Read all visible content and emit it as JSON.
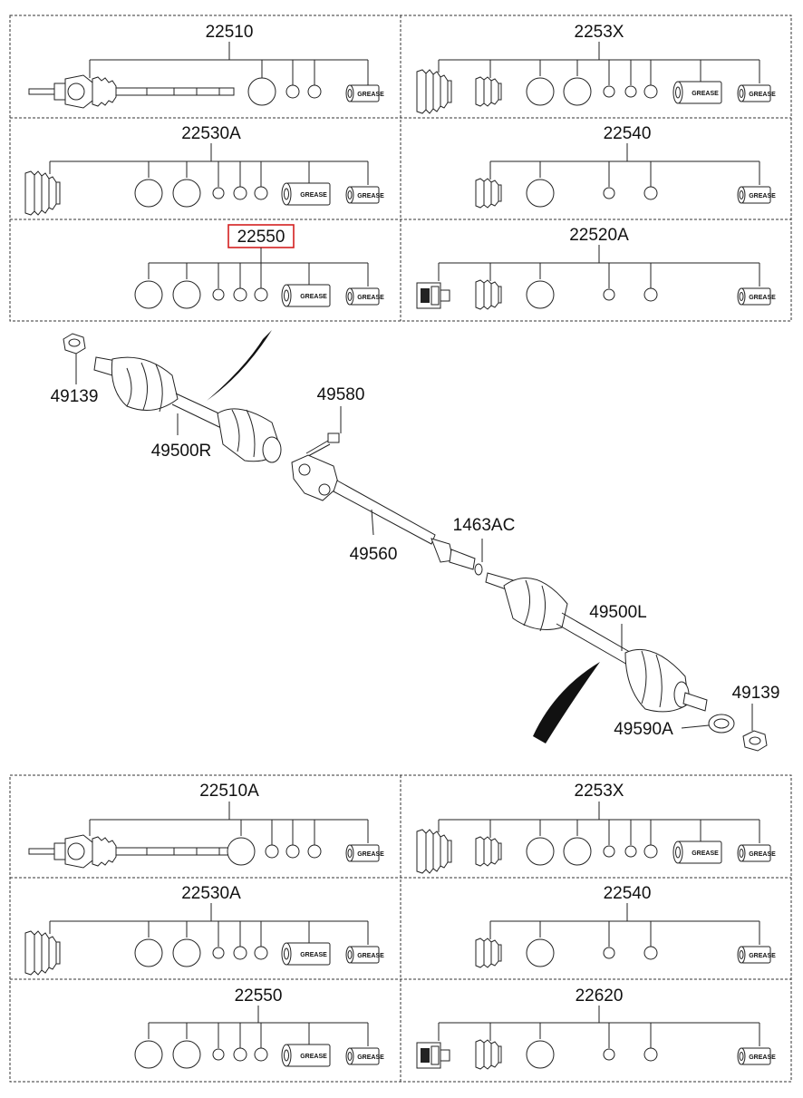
{
  "diagram": {
    "kit_groups_top": [
      {
        "code": "22510"
      },
      {
        "code": "2253X"
      },
      {
        "code": "22530A"
      },
      {
        "code": "22540"
      },
      {
        "code": "22550",
        "highlighted": true
      },
      {
        "code": "22520A"
      }
    ],
    "kit_groups_bottom": [
      {
        "code": "22510A"
      },
      {
        "code": "2253X"
      },
      {
        "code": "22530A"
      },
      {
        "code": "22540"
      },
      {
        "code": "22550"
      },
      {
        "code": "22620"
      }
    ],
    "grease_label": "GREASE",
    "parts": {
      "nut_right": "49139",
      "shaft_right": "49500R",
      "bolt": "49580",
      "intermediate_shaft": "49560",
      "circlip": "1463AC",
      "shaft_left": "49500L",
      "nut_left": "49139",
      "seal": "49590A"
    },
    "highlight_color": "#d32020"
  }
}
